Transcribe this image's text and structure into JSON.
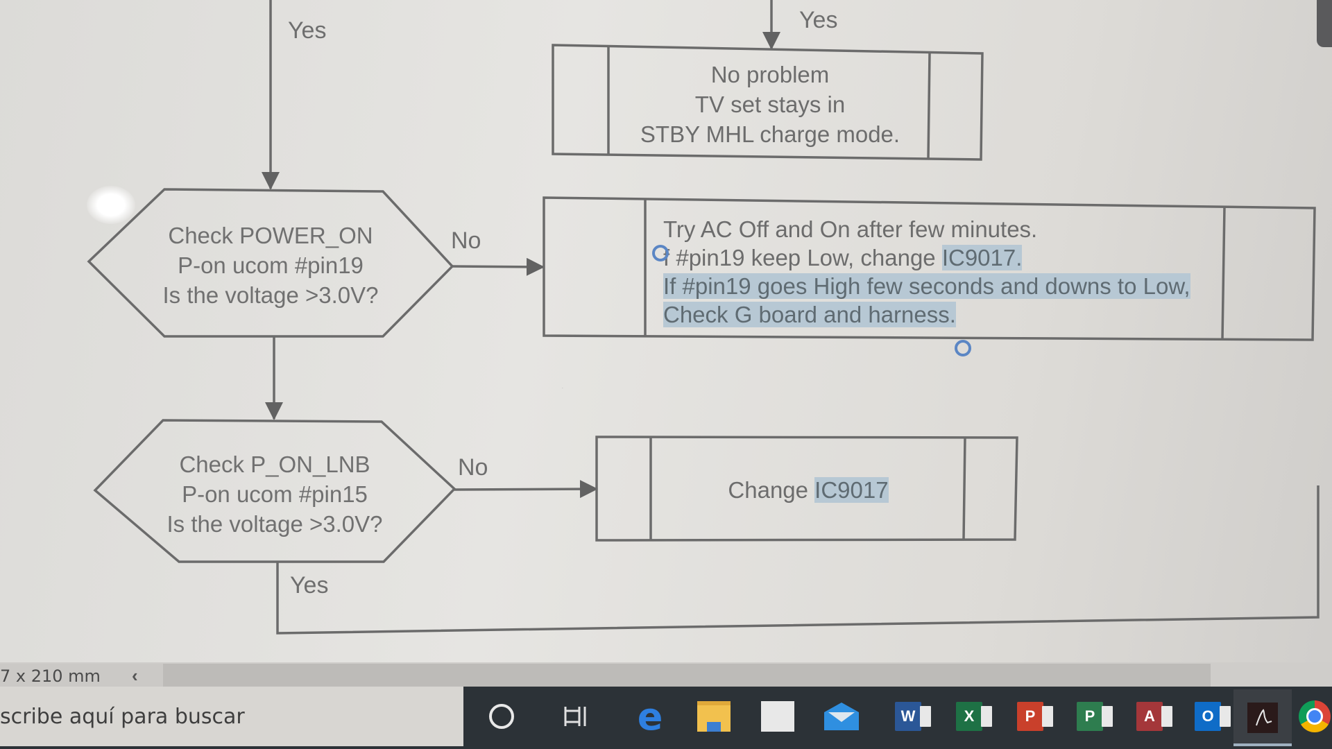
{
  "flowchart": {
    "top_left_yes": "Yes",
    "top_right_yes": "Yes",
    "box_no_problem": {
      "lines": [
        "No problem",
        "TV set stays in",
        "STBY MHL charge mode."
      ]
    },
    "decision_power_on": {
      "lines": [
        "Check POWER_ON",
        "P-on ucom #pin19",
        "Is the voltage >3.0V?"
      ],
      "no_label": "No"
    },
    "box_ac_off_on": {
      "line1": "Try AC Off and On after few minutes.",
      "line2_prefix": "f #pin19 keep Low, change ",
      "line2_highlight": "IC9017.",
      "line3_highlight": "If #pin19 goes High few seconds and downs to Low,",
      "line4_highlight": "Check G board and harness."
    },
    "decision_p_on_lnb": {
      "lines": [
        "Check P_ON_LNB",
        "P-on ucom #pin15",
        "Is the voltage >3.0V?"
      ],
      "no_label": "No",
      "yes_label": "Yes"
    },
    "box_change_ic": {
      "prefix": "Change ",
      "highlight": "IC9017"
    }
  },
  "statusbar": {
    "page_size": "7 x 210 mm",
    "scroll_left": "‹"
  },
  "taskbar": {
    "search_placeholder": "scribe aquí para buscar",
    "apps": [
      {
        "name": "cortana",
        "label": ""
      },
      {
        "name": "task-view",
        "label": ""
      },
      {
        "name": "edge",
        "label": "e"
      },
      {
        "name": "file-explorer",
        "label": ""
      },
      {
        "name": "store",
        "label": ""
      },
      {
        "name": "mail",
        "label": ""
      },
      {
        "name": "word",
        "label": "W"
      },
      {
        "name": "excel",
        "label": "X"
      },
      {
        "name": "powerpoint",
        "label": "P"
      },
      {
        "name": "project",
        "label": "P"
      },
      {
        "name": "access",
        "label": "A"
      },
      {
        "name": "outlook",
        "label": "O"
      },
      {
        "name": "acrobat",
        "label": ""
      },
      {
        "name": "chrome",
        "label": ""
      }
    ],
    "colors": {
      "word": "#2b5797",
      "excel": "#1e7145",
      "powerpoint": "#c9402b",
      "project": "#2e7d4f",
      "access": "#a4373a",
      "outlook": "#0f6cc7",
      "acrobat_bg": "#2a1a1a"
    }
  },
  "colors": {
    "stroke": "#6b6b6b",
    "highlight": "#b7c8d4",
    "selection_handle": "#5b86c4",
    "taskbar_bg": "#2c3237"
  }
}
